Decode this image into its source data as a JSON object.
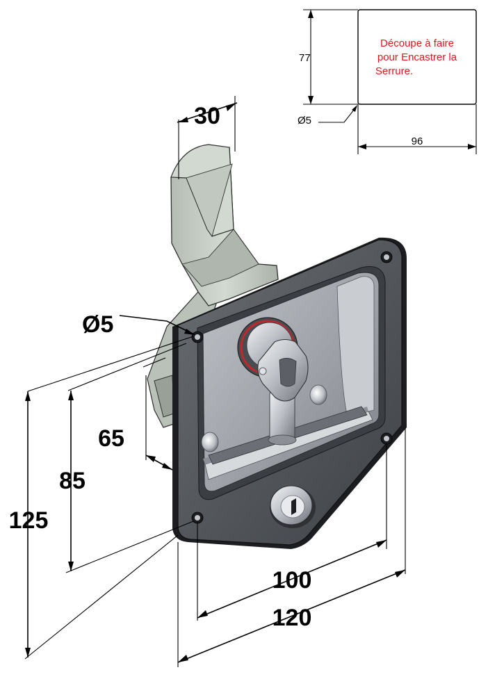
{
  "cutout": {
    "note_line1": "Découpe à faire",
    "note_line2": "pour Encastrer la",
    "note_line3": "Serrure.",
    "dim_height": "77",
    "dim_width": "96",
    "dim_hole": "Ø5"
  },
  "dimensions": {
    "cam_width": "30",
    "hole_dia": "Ø5",
    "depth": "65",
    "hole_spacing_v": "85",
    "height_total": "125",
    "hole_spacing_h": "100",
    "width_total": "120"
  },
  "colors": {
    "plate": "#54575c",
    "plate_dark": "#2a2c30",
    "recess": "#a7abb1",
    "cam": "#c3cbc3",
    "note": "#e8141b"
  }
}
